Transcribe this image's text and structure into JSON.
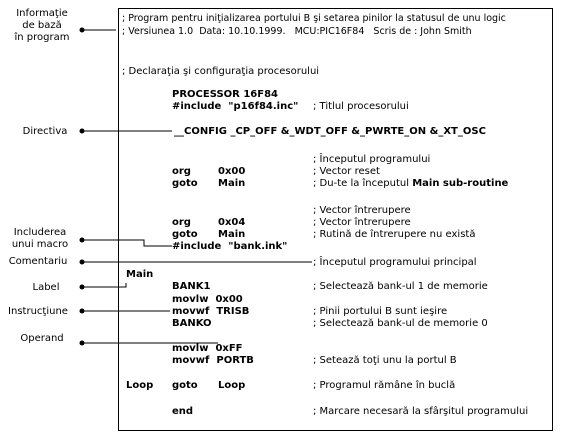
{
  "side_labels": {
    "info_line1": "Informaţie",
    "info_line2": "de bază",
    "info_line3": "în program",
    "directive": "Directiva",
    "macro_line1": "Includerea",
    "macro_line2": "unui macro",
    "comment": "Comentariu",
    "label": "Label",
    "instruction": "Instrucţiune",
    "operand": "Operand"
  },
  "code": {
    "header1": "; Program pentru iniţializarea portului B şi setarea pinilor la statusul de unu logic",
    "header2": "; Versiunea 1.0  Data: 10.10.1999.   MCU:PIC16F84   Scris de : John Smith",
    "decl_comment": "; Declaraţia şi configuraţia procesorului",
    "processor": "PROCESSOR 16F84",
    "include1": "#include  \"p16f84.inc\"",
    "include1_comment": "; Titlul procesorului",
    "config": "__CONFIG _CP_OFF &_WDT_OFF &_PWRTE_ON &_XT_OSC",
    "start_comment": "; Începutul programului",
    "org1": "org",
    "org1_op": "0x00",
    "org1_comment": "; Vector reset",
    "goto1": "goto",
    "goto1_op": "Main",
    "goto1_comment_a": "; Du-te la începutul ",
    "goto1_comment_b": "Main sub-routine",
    "irq_comment": "; Vector întrerupere",
    "org2": "org",
    "org2_op": "0x04",
    "org2_comment": "; Vector întrerupere",
    "goto2": "goto",
    "goto2_op": "Main",
    "goto2_comment": "; Rutină de întrerupere nu există",
    "include2": "#include  \"bank.ink\"",
    "main_comment": "; Începutul programului principal",
    "main_label": "Main",
    "bank1": "BANK1",
    "bank1_comment": "; Selectează bank-ul 1 de memorie",
    "movlw1": "movlw  0x00",
    "movwf1": "movwf  TRISB",
    "movwf1_comment": "; Pinii portului B sunt ieşire",
    "bank0": "BANKO",
    "bank0_comment": "; Selectează bank-ul de memorie 0",
    "movlw2": "movlw  0xFF",
    "movwf2": "movwf  PORTB",
    "movwf2_comment": "; Setează toţi unu la portul B",
    "loop_label": "Loop",
    "goto3": "goto",
    "goto3_op": "Loop",
    "goto3_comment": "; Programul rămâne în buclă",
    "end": "end",
    "end_comment": "; Marcare necesară la sfârşitul programului"
  }
}
